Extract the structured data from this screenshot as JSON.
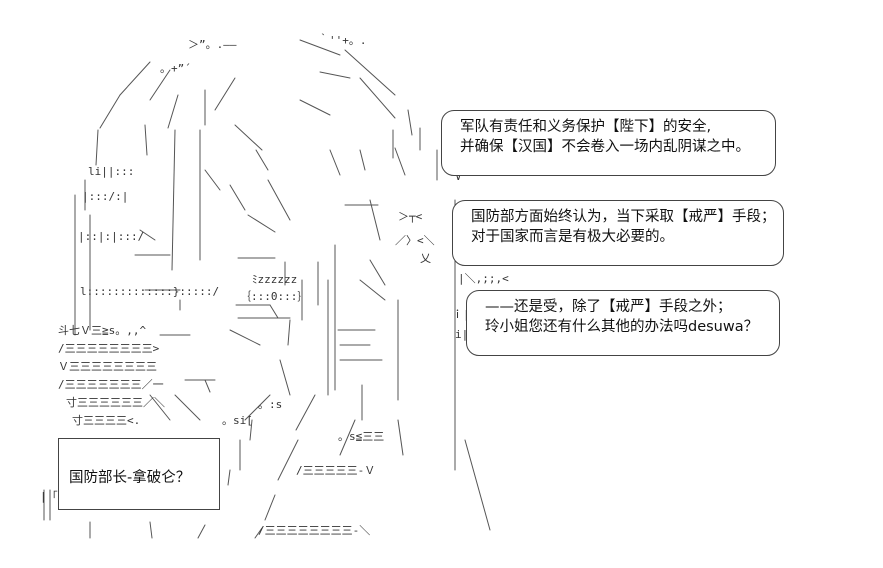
{
  "bubbles": [
    {
      "lines": [
        "军队有责任和义务保护【陛下】的安全,",
        "并确保【汉国】不会卷入一场内乱阴谋之中。"
      ]
    },
    {
      "lines": [
        "国防部方面始终认为，当下采取【戒严】手段；",
        "对于国家而言是有极大必要的。"
      ]
    },
    {
      "lines": [
        "——还是受，除了【戒严】手段之外；",
        "玲小姐您还有什么其他的办法吗desuwa？"
      ]
    }
  ],
  "caption": {
    "text": "国防部长-拿破仑？"
  },
  "art": {
    "glyphs": [
      "＞”。.――",
      "｀''+。.",
      "。+”´",
      "ﾐzzzzzz",
      "｛:::0:::｝",
      "斗七Ｖ三≧s。,,^",
      "/三三三三三三三三>",
      "Ｖ三三三三三三三三",
      "/三三三三三三三／一",
      "寸三三三三三三／＼",
      "寸三三三三<.",
      "。si[",
      "。s≦三三",
      "/三三三三三‐Ｖ",
      "/三三三三三三三三‐＼",
      "∨",
      "＞┬<",
      "／〉<＼",
      "乂",
      "|＼,;;,<",
      "i|",
      "li||:::",
      "|:::/:|",
      "|::|:|:::/",
      "l:::::::::::::}:::::/",
      "。:s",
      "f",
      "ｉ|",
      "|「"
    ]
  }
}
